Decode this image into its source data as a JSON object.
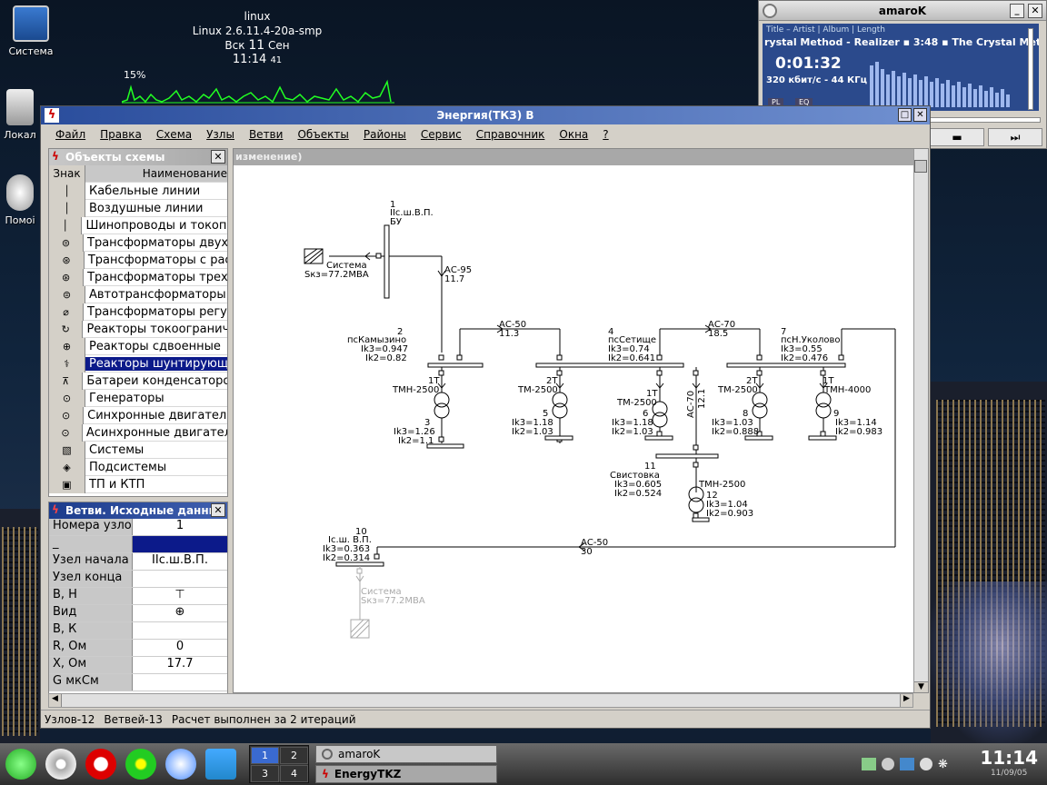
{
  "desktop": {
    "icons": [
      {
        "label": "Система",
        "icon": "computer-icon"
      },
      {
        "label": "Локал",
        "icon": "hdd-icon"
      },
      {
        "label": "Помоі",
        "icon": "help-icon"
      }
    ]
  },
  "sysmon": {
    "host": "linux",
    "kernel": "Linux 2.6.11.4-20a-smp",
    "date_day": "Вск",
    "date_num": "11",
    "date_month": "Сен",
    "time": "11:14",
    "seconds": "41",
    "cpu": "15%"
  },
  "amarok": {
    "title": "amaroK",
    "header": "Title – Artist | Album | Length",
    "track": "rystal Method - Realizer",
    "length": "3:48",
    "artist": "The Crystal Metho",
    "elapsed": "0:01:32",
    "bitrate": "320 кбит/с - 44 КГц",
    "btn_pl": "PL",
    "btn_eq": "EQ"
  },
  "window": {
    "title": "Энергия(ТКЗ) В",
    "menu": [
      "Файл",
      "Правка",
      "Схема",
      "Узлы",
      "Ветви",
      "Объекты",
      "Районы",
      "Сервис",
      "Справочник",
      "Окна",
      "?"
    ],
    "status": [
      "Узлов-12",
      "Ветвей-13",
      "Расчет выполнен за 2 итераций"
    ]
  },
  "objects_panel": {
    "title": "Объекты схемы",
    "col_sign": "Знак",
    "col_name": "Наименование",
    "items": [
      {
        "name": "Кабельные линии",
        "glyph": "│"
      },
      {
        "name": "Воздушные линии",
        "glyph": "│"
      },
      {
        "name": "Шинопроводы и токопро",
        "glyph": "│"
      },
      {
        "name": "Трансформаторы двухс",
        "glyph": "⊜"
      },
      {
        "name": "Трансформаторы с рас",
        "glyph": "⊛"
      },
      {
        "name": "Трансформаторы трехс",
        "glyph": "⊛"
      },
      {
        "name": "Автотрансформаторы",
        "glyph": "⊜"
      },
      {
        "name": "Трансформаторы регул",
        "glyph": "⌀"
      },
      {
        "name": "Реакторы токоограничи",
        "glyph": "↻"
      },
      {
        "name": "Реакторы сдвоенные",
        "glyph": "⊕"
      },
      {
        "name": "Реакторы шунтирующие",
        "glyph": "⚕"
      },
      {
        "name": "Батареи конденсаторов",
        "glyph": "⊼"
      },
      {
        "name": "Генераторы",
        "glyph": "⊙"
      },
      {
        "name": "Синхронные двигатели",
        "glyph": "⊙"
      },
      {
        "name": "Асинхронные двигатели",
        "glyph": "⊙"
      },
      {
        "name": "Системы",
        "glyph": "▧"
      },
      {
        "name": "Подсистемы",
        "glyph": "◈"
      },
      {
        "name": "ТП и КТП",
        "glyph": "▣"
      }
    ],
    "selected_index": 10
  },
  "branches_panel": {
    "title": "Ветви. Исходные данные",
    "rows": [
      {
        "key": "Номера узлов",
        "value": "1"
      },
      {
        "key": "_",
        "value": ""
      },
      {
        "key": "Узел начала",
        "value": "IIс.ш.В.П."
      },
      {
        "key": "Узел конца",
        "value": ""
      },
      {
        "key": "В, Н",
        "value": "⊤"
      },
      {
        "key": "Вид",
        "value": "⊕"
      },
      {
        "key": "В, К",
        "value": ""
      },
      {
        "key": "R, Ом",
        "value": "0"
      },
      {
        "key": "X, Ом",
        "value": "17.7"
      },
      {
        "key": "G мкСм",
        "value": ""
      }
    ]
  },
  "canvas": {
    "header": "изменение)",
    "labels": {
      "n1_num": "1",
      "n1_name": "IIс.ш.В.П.",
      "n1_sub": "БУ",
      "sys_name": "Система",
      "sys_s": "Sкз=77.2МВА",
      "l1_name": "АС-95",
      "l1_len": "11.7",
      "n2_num": "2",
      "n2_name": "псКамызино",
      "n2_ik3": "Ik3=0.947",
      "n2_ik2": "Ik2=0.82",
      "l2_name": "АС-50",
      "l2_len": "11.3",
      "n4_num": "4",
      "n4_name": "псСетище",
      "n4_ik3": "Ik3=0.74",
      "n4_ik2": "Ik2=0.641",
      "l3_name": "АС-70",
      "l3_len": "18.5",
      "n7_num": "7",
      "n7_name": "псН.Уколово",
      "n7_ik3": "Ik3=0.55",
      "n7_ik2": "Ik2=0.476",
      "t1_name": "1Т",
      "t1_type": "ТМН-2500",
      "n3_num": "3",
      "n3_ik3": "Ik3=1.26",
      "n3_ik2": "Ik2=1.1",
      "t2_name": "2Т",
      "t2_type": "ТМ-2500",
      "n5_num": "5",
      "n5_ik3": "Ik3=1.18",
      "n5_ik2": "Ik2=1.03",
      "t3_name": "1Т",
      "t3_type": "ТМ-2500",
      "n6_num": "6",
      "n6_ik3": "Ik3=1.18",
      "n6_ik2": "Ik2=1.03",
      "l4_name": "АС-70",
      "l4_len": "12.1",
      "t4_name": "2Т",
      "t4_type": "ТМ-2500",
      "n8_num": "8",
      "n8_ik3": "Ik3=1.03",
      "n8_ik2": "Ik2=0.888",
      "t5_name": "1Т",
      "t5_type": "ТМН-4000",
      "n9_num": "9",
      "n9_ik3": "Ik3=1.14",
      "n9_ik2": "Ik2=0.983",
      "n11_num": "11",
      "n11_name": "Свистовка",
      "n11_ik3": "Ik3=0.605",
      "n11_ik2": "Ik2=0.524",
      "t6_type": "ТМН-2500",
      "n12_num": "12",
      "n12_ik3": "Ik3=1.04",
      "n12_ik2": "Ik2=0.903",
      "n10_num": "10",
      "n10_name": "Iс.ш. В.П.",
      "n10_ik3": "Ik3=0.363",
      "n10_ik2": "Ik2=0.314",
      "l5_name": "АС-50",
      "l5_len": "30",
      "sys2_name": "Система",
      "sys2_s": "Sкз=77.2МВА"
    }
  },
  "taskbar": {
    "pager": [
      "1",
      "2",
      "3",
      "4"
    ],
    "tasks": [
      "amaroK",
      "EnergyTKZ"
    ],
    "clock": "11:14",
    "date": "11/09/05"
  }
}
